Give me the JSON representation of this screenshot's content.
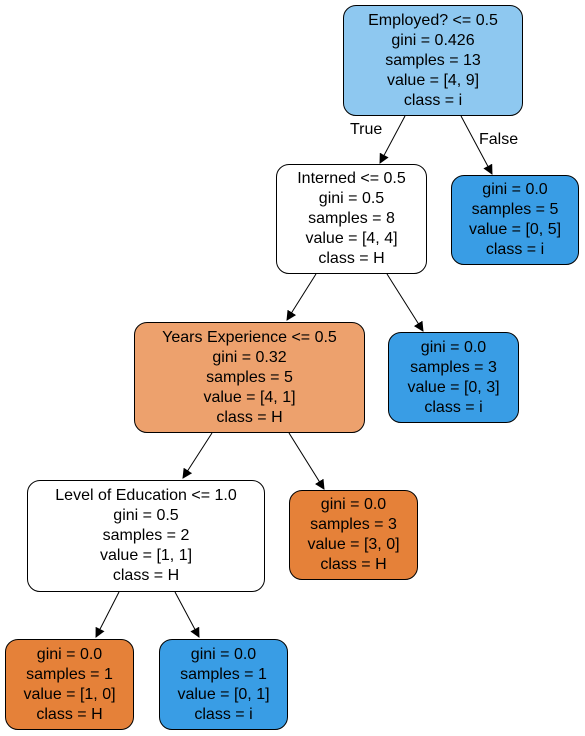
{
  "colors": {
    "root": "#8ec8f0",
    "white": "#ffffff",
    "orange_light": "#eda16d",
    "orange": "#e58139",
    "blue": "#399de5"
  },
  "nodes": {
    "n0": {
      "split": "Employed? <= 0.5",
      "gini": "gini = 0.426",
      "samples": "samples = 13",
      "value": "value = [4, 9]",
      "class": "class = i"
    },
    "n1": {
      "split": "Interned <= 0.5",
      "gini": "gini = 0.5",
      "samples": "samples = 8",
      "value": "value = [4, 4]",
      "class": "class = H"
    },
    "n2": {
      "gini": "gini = 0.0",
      "samples": "samples = 5",
      "value": "value = [0, 5]",
      "class": "class = i"
    },
    "n3": {
      "split": "Years Experience <= 0.5",
      "gini": "gini = 0.32",
      "samples": "samples = 5",
      "value": "value = [4, 1]",
      "class": "class = H"
    },
    "n4": {
      "gini": "gini = 0.0",
      "samples": "samples = 3",
      "value": "value = [0, 3]",
      "class": "class = i"
    },
    "n5": {
      "split": "Level of Education <= 1.0",
      "gini": "gini = 0.5",
      "samples": "samples = 2",
      "value": "value = [1, 1]",
      "class": "class = H"
    },
    "n6": {
      "gini": "gini = 0.0",
      "samples": "samples = 3",
      "value": "value = [3, 0]",
      "class": "class = H"
    },
    "n7": {
      "gini": "gini = 0.0",
      "samples": "samples = 1",
      "value": "value = [1, 0]",
      "class": "class = H"
    },
    "n8": {
      "gini": "gini = 0.0",
      "samples": "samples = 1",
      "value": "value = [0, 1]",
      "class": "class = i"
    }
  },
  "edge_labels": {
    "true": "True",
    "false": "False"
  }
}
